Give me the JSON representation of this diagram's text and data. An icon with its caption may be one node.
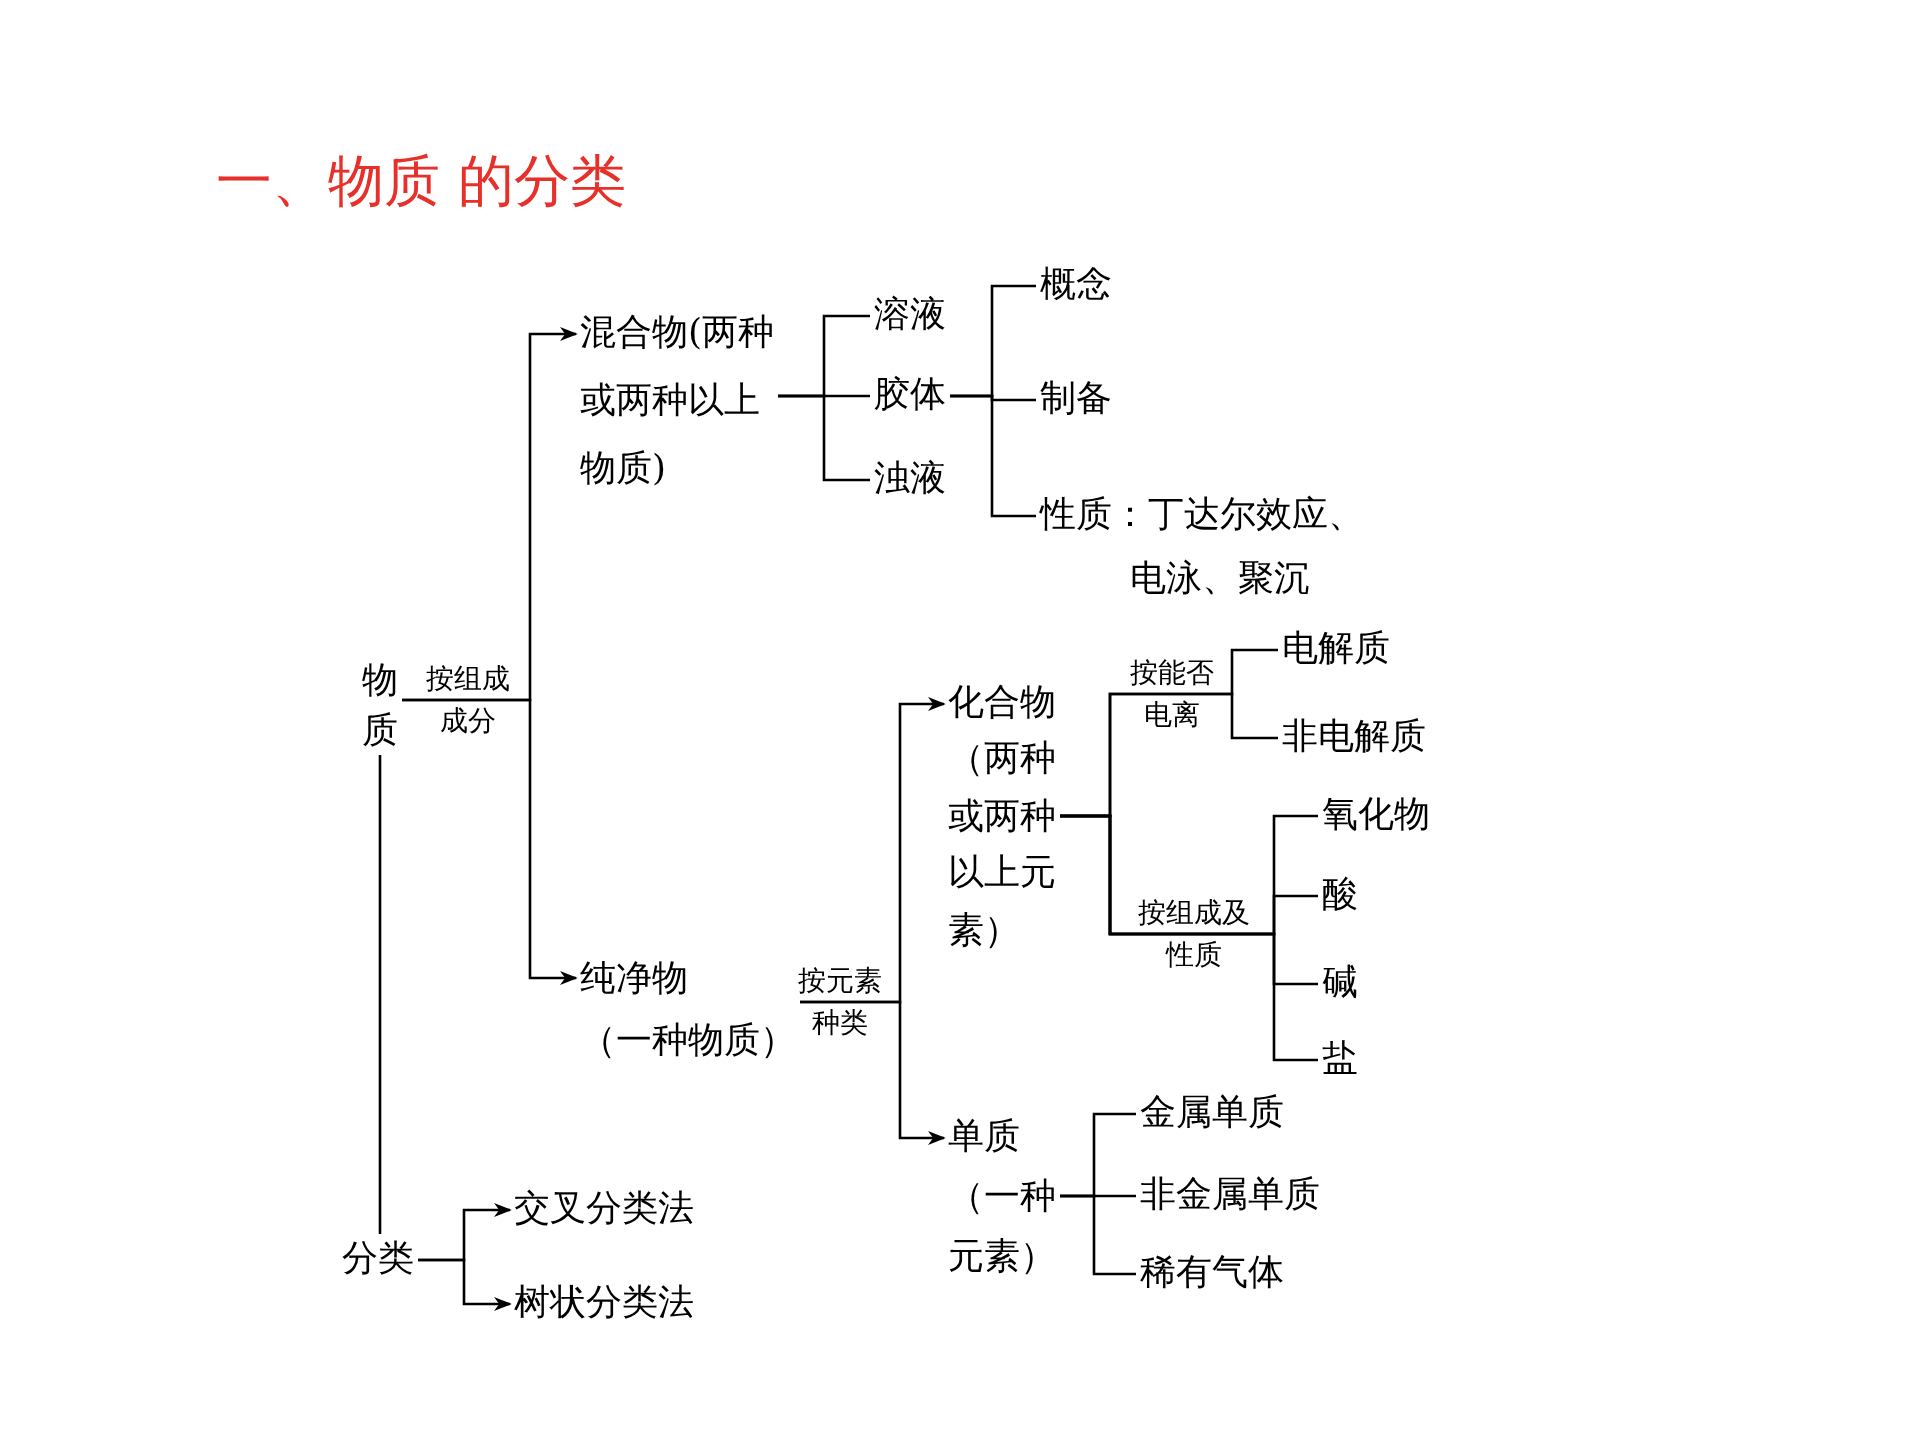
{
  "diagram": {
    "title": "一、物质 的分类",
    "nodes": [
      {
        "text": [
          "物质"
        ]
      },
      {
        "text": [
          "混合物(两种或两种以上物质)"
        ]
      },
      {
        "text": [
          "溶液"
        ]
      },
      {
        "text": [
          "胶体"
        ]
      },
      {
        "text": [
          "浊液"
        ]
      },
      {
        "text": [
          "概念"
        ]
      },
      {
        "text": [
          "制备"
        ]
      },
      {
        "text": [
          "性质：丁达尔效应、电泳、聚沉"
        ]
      },
      {
        "text": [
          "纯净物",
          "（一种物质）"
        ]
      },
      {
        "text": [
          "化合物（两种或两种以上元素）"
        ]
      },
      {
        "text": [
          "电解质"
        ]
      },
      {
        "text": [
          "非电解质"
        ]
      },
      {
        "text": [
          "氧化物"
        ]
      },
      {
        "text": [
          "酸"
        ]
      },
      {
        "text": [
          "碱"
        ]
      },
      {
        "text": [
          "盐"
        ]
      },
      {
        "text": [
          "单质（一种元素）"
        ]
      },
      {
        "text": [
          "金属单质"
        ]
      },
      {
        "text": [
          "非金属单质"
        ]
      },
      {
        "text": [
          "稀有气体"
        ]
      },
      {
        "text": [
          "分类"
        ]
      },
      {
        "text": [
          "交叉分类法"
        ]
      },
      {
        "text": [
          "树状分类法"
        ]
      }
    ],
    "edges": [
      {
        "from": 0,
        "to": 1,
        "arrow": "to",
        "label": "按组成成分"
      },
      {
        "from": 0,
        "to": 8,
        "arrow": "to"
      },
      {
        "from": 1,
        "to": 2,
        "arrow": "none"
      },
      {
        "from": 1,
        "to": 3,
        "arrow": "none"
      },
      {
        "from": 1,
        "to": 4,
        "arrow": "none"
      },
      {
        "from": 3,
        "to": 5,
        "arrow": "none"
      },
      {
        "from": 3,
        "to": 6,
        "arrow": "none"
      },
      {
        "from": 3,
        "to": 7,
        "arrow": "none"
      },
      {
        "from": 8,
        "to": 9,
        "arrow": "to",
        "label": "按元素种类"
      },
      {
        "from": 8,
        "to": 16,
        "arrow": "to"
      },
      {
        "from": 9,
        "to": 10,
        "arrow": "none",
        "label": "按能否电离"
      },
      {
        "from": 9,
        "to": 11,
        "arrow": "none"
      },
      {
        "from": 9,
        "to": 12,
        "arrow": "none",
        "label": "按组成及性质"
      },
      {
        "from": 9,
        "to": 13,
        "arrow": "none"
      },
      {
        "from": 9,
        "to": 14,
        "arrow": "none"
      },
      {
        "from": 9,
        "to": 15,
        "arrow": "none"
      },
      {
        "from": 16,
        "to": 17,
        "arrow": "none"
      },
      {
        "from": 16,
        "to": 18,
        "arrow": "none"
      },
      {
        "from": 16,
        "to": 19,
        "arrow": "none"
      },
      {
        "from": 0,
        "to": 20,
        "arrow": "none"
      },
      {
        "from": 20,
        "to": 21,
        "arrow": "to"
      },
      {
        "from": 20,
        "to": 22,
        "arrow": "to"
      }
    ]
  }
}
